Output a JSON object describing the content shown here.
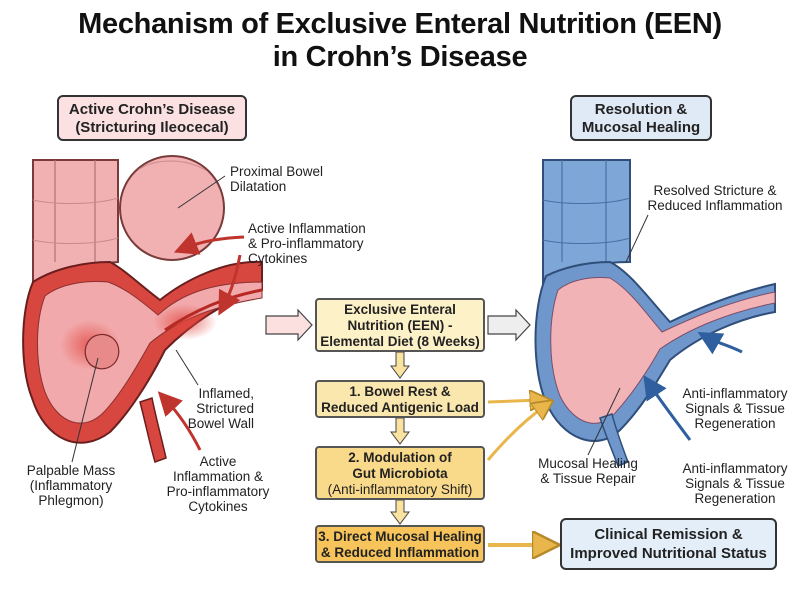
{
  "title": {
    "line1": "Mechanism of Exclusive Enteral Nutrition (EEN)",
    "line2": "in Crohn’s Disease"
  },
  "left_panel": {
    "header_line1": "Active Crohn’s Disease",
    "header_line2": "(Stricturing Ileocecal)",
    "labels": {
      "proximal_1": "Proximal Bowel",
      "proximal_2": "Dilatation",
      "active_top_1": "Active Inflammation",
      "active_top_2": "& Pro-inflammatory",
      "active_top_3": "Cytokines",
      "inflamed_1": "Inflamed,",
      "inflamed_2": "Strictured",
      "inflamed_3": "Bowel Wall",
      "active_bottom_1": "Active",
      "active_bottom_2": "Inflammation &",
      "active_bottom_3": "Pro-inflammatory",
      "active_bottom_4": "Cytokines",
      "mass_1": "Palpable Mass",
      "mass_2": "(Inflammatory",
      "mass_3": "Phlegmon)"
    }
  },
  "right_panel": {
    "header_line1": "Resolution &",
    "header_line2": "Mucosal Healing",
    "labels": {
      "resolved_1": "Resolved Stricture &",
      "resolved_2": "Reduced Inflammation",
      "anti1_1": "Anti-inflammatory",
      "anti1_2": "Signals & Tissue",
      "anti1_3": "Regeneration",
      "anti2_1": "Anti-inflammatory",
      "anti2_2": "Signals & Tissue",
      "anti2_3": "Regeneration",
      "healing_1": "Mucosal Healing",
      "healing_2": "& Tissue Repair"
    }
  },
  "center_flow": {
    "main_1": "Exclusive Enteral",
    "main_2": "Nutrition (EEN) -",
    "main_3": "Elemental Diet (8 Weeks)",
    "step1_1": "1. Bowel Rest &",
    "step1_2": "Reduced Antigenic Load",
    "step2_1": "2. Modulation of",
    "step2_2": "Gut Microbiota",
    "step2_3": "(Anti-inflammatory Shift)",
    "step3_1": "3. Direct Mucosal Healing",
    "step3_2": "& Reduced Inflammation",
    "outcome_1": "Clinical Remission &",
    "outcome_2": "Improved Nutritional Status"
  },
  "colors": {
    "inflamed_red": "#d8473f",
    "tissue_pink": "#f1b1b3",
    "healthy_blue": "#6f97cc",
    "box_light": "#fdf1c8",
    "box_mid": "#fae3a0",
    "box_dark": "#f6c45a",
    "outcome_blue": "#e4eef8"
  }
}
